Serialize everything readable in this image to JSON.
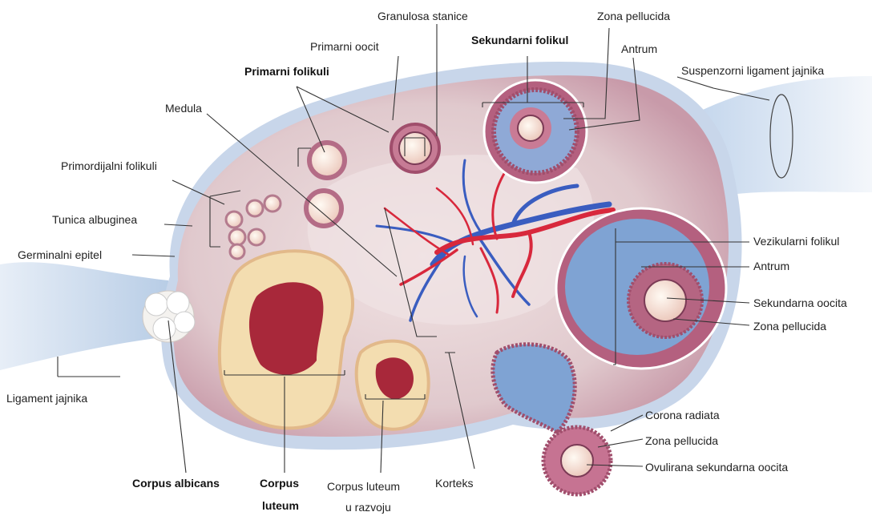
{
  "labels": {
    "granulosa": "Granulosa stanice",
    "zona1": "Zona pellucida",
    "primarni_oocit": "Primarni oocit",
    "sekundarni_folikul": "Sekundarni folikul",
    "antrum1": "Antrum",
    "suspenzorni": "Suspenzorni ligament jajnika",
    "primarni_folikuli": "Primarni folikuli",
    "medula": "Medula",
    "primordijalni": "Primordijalni folikuli",
    "tunica": "Tunica albuginea",
    "germinalni": "Germinalni epitel",
    "vezikularni": "Vezikularni folikul",
    "antrum2": "Antrum",
    "sekundarna_oocita": "Sekundarna oocita",
    "zona2": "Zona pellucida",
    "ligament": "Ligament jajnika",
    "corona": "Corona radiata",
    "zona3": "Zona pellucida",
    "ovulirana": "Ovulirana sekundarna oocita",
    "corpus_albicans": "Corpus albicans",
    "corpus_luteum_1": "Corpus",
    "corpus_luteum_2": "luteum",
    "cl_razvoj_1": "Corpus luteum",
    "cl_razvoj_2": "u razvoju",
    "korteks": "Korteks"
  },
  "colors": {
    "ovary_fill": "#dcc1c6",
    "capsule": "#b9cbe0",
    "follicle_ring": "#b05878",
    "antrum": "#7fa3d3",
    "luteum": "#f3ddb0",
    "luteum_core": "#a8283a",
    "vessel_red": "#d8283c",
    "vessel_blue": "#3a5dc0"
  }
}
